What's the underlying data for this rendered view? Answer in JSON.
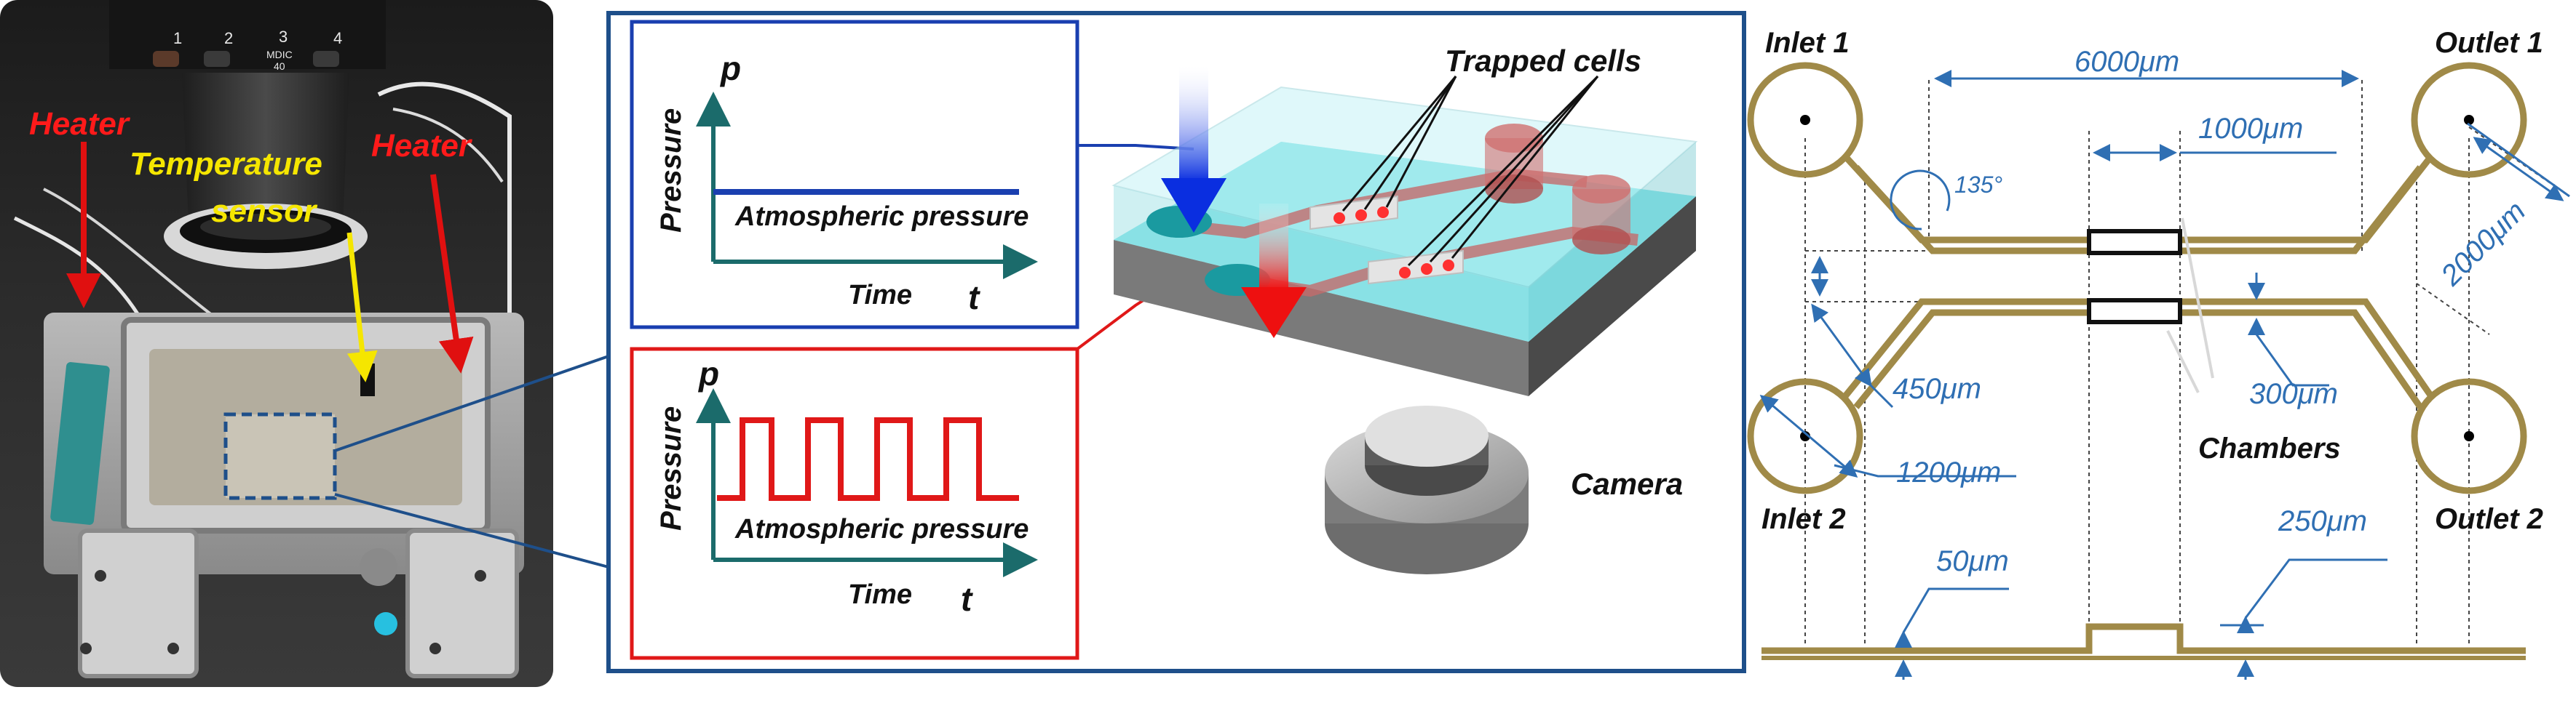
{
  "photo": {
    "heater_left": "Heater",
    "heater_right": "Heater",
    "temp_sensor_line1": "Temperature",
    "temp_sensor_line2": "sensor",
    "objective_numbers": [
      "1",
      "2",
      "3",
      "4"
    ],
    "objective_text_1": "MDIC",
    "objective_text_2": "40"
  },
  "schematic": {
    "graph_top": {
      "y_symbol": "p",
      "y_label": "Pressure",
      "x_label": "Time",
      "x_symbol": "t",
      "baseline_label": "Atmospheric pressure",
      "color": "#1a3fb0"
    },
    "graph_bottom": {
      "y_symbol": "p",
      "y_label": "Pressure",
      "x_label": "Time",
      "x_symbol": "t",
      "baseline_label": "Atmospheric pressure",
      "color": "#e01818"
    },
    "trapped_cells": "Trapped cells",
    "camera": "Camera"
  },
  "layout_drawing": {
    "inlet1": "Inlet 1",
    "inlet2": "Inlet 2",
    "outlet1": "Outlet 1",
    "outlet2": "Outlet 2",
    "dim_length": "6000μm",
    "dim_chamber_spacing": "1000μm",
    "dim_angle": "135°",
    "dim_port_distance": "2000μm",
    "dim_gap": "450μm",
    "dim_channel_width": "300μm",
    "dim_port_diameter": "1200μm",
    "chambers": "Chambers",
    "dim_depth_top": "250μm",
    "dim_depth_channel": "50μm",
    "channel_color": "#a08a48",
    "dimension_color": "#2f6fb3"
  }
}
